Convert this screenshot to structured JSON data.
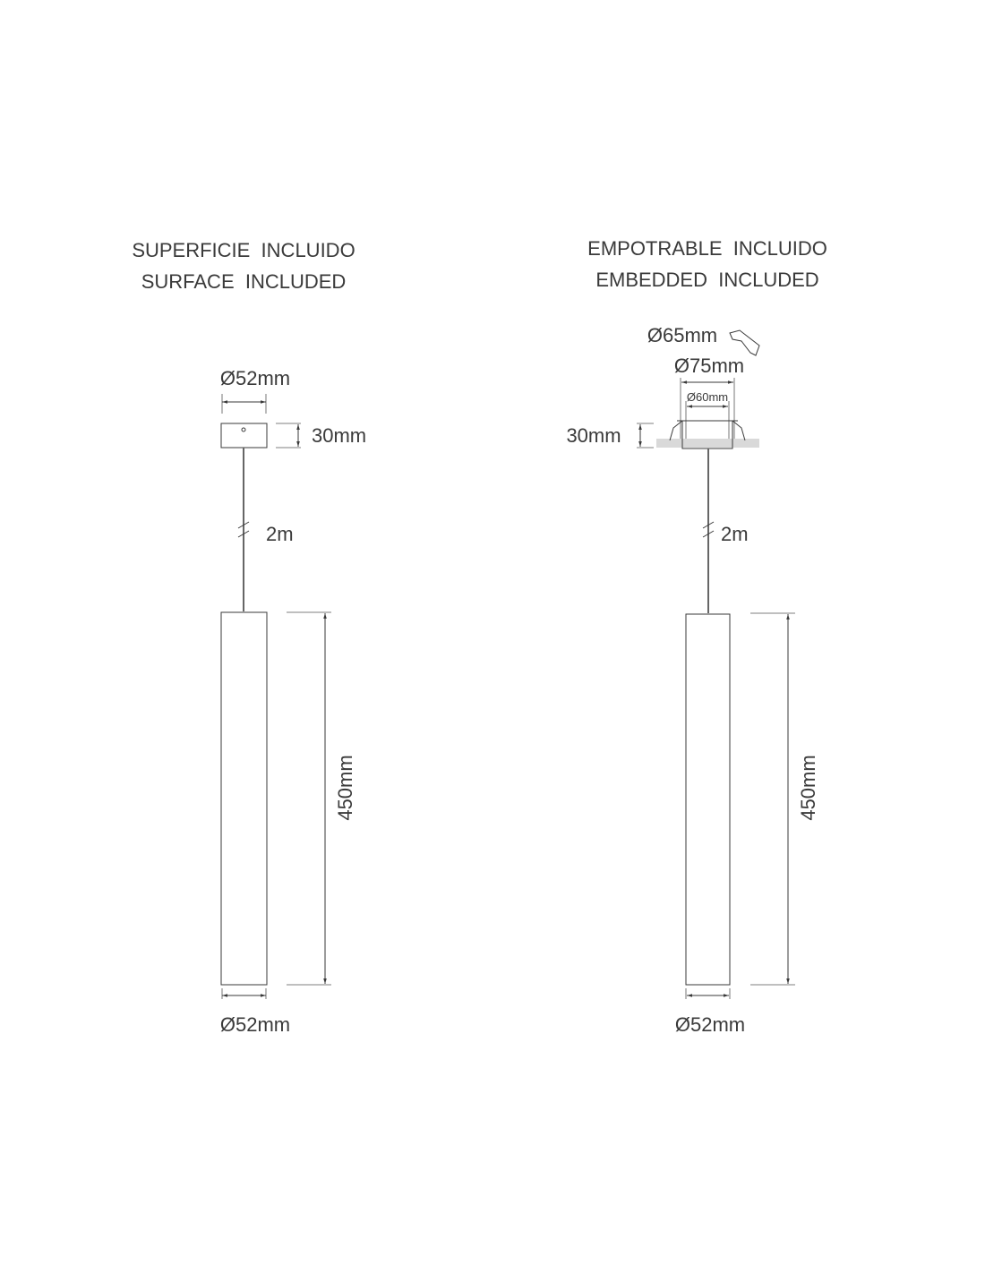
{
  "surface": {
    "title_es": "SUPERFICIE  INCLUIDO",
    "title_en": "SURFACE  INCLUDED",
    "canopy_diameter": "Ø52mm",
    "canopy_height": "30mm",
    "cable_length": "2m",
    "tube_length": "450mm",
    "tube_diameter": "Ø52mm"
  },
  "embedded": {
    "title_es": "EMPOTRABLE  INCLUIDO",
    "title_en": "EMBEDDED  INCLUDED",
    "cutout_diameter": "Ø65mm",
    "outer_diameter": "Ø75mm",
    "inner_diameter": "Ø60mm",
    "recess_height": "30mm",
    "cable_length": "2m",
    "tube_length": "450mm",
    "tube_diameter": "Ø52mm"
  },
  "colors": {
    "line": "#3a3a3a",
    "ceiling": "#d9d9d9"
  }
}
